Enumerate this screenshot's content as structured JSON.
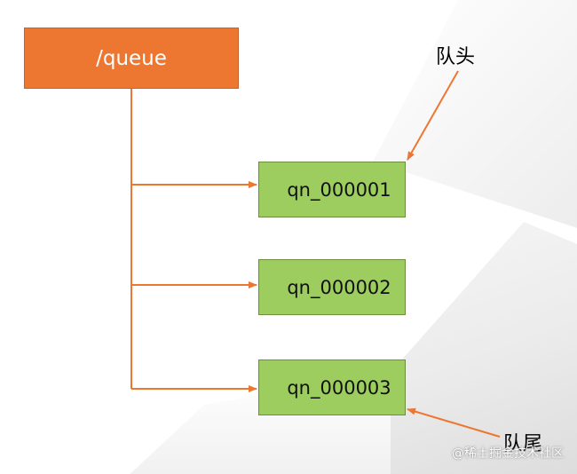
{
  "diagram": {
    "root": {
      "label": "/queue"
    },
    "children": [
      {
        "label": "qn_000001"
      },
      {
        "label": "qn_000002"
      },
      {
        "label": "qn_000003"
      }
    ],
    "annotations": {
      "head": "队头",
      "tail": "队尾"
    },
    "watermark": "@稀土掘金技术社区"
  },
  "colors": {
    "root_fill": "#ed7731",
    "child_fill": "#9ccd5e",
    "connector": "#ed7731",
    "background_facet": "#ececec"
  }
}
